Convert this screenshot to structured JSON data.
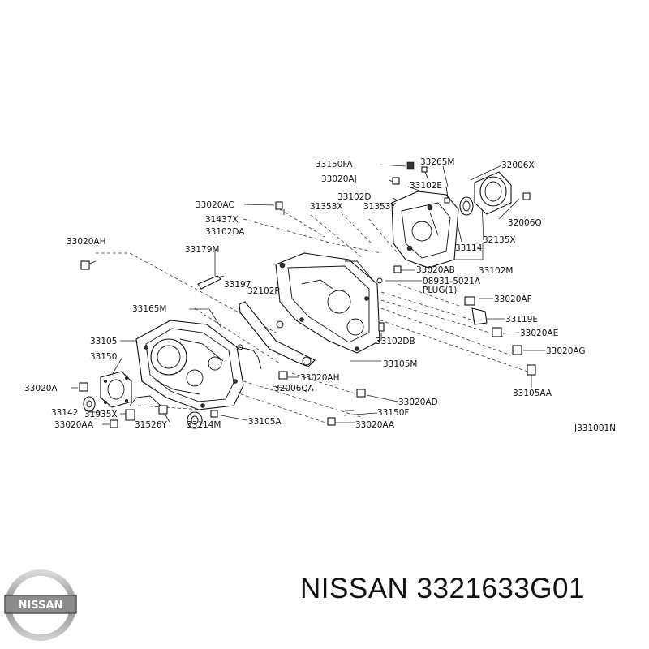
{
  "part_labels": [
    "33150FA",
    "33265M",
    "32006X",
    "33020AJ",
    "33102E",
    "33102D",
    "33020AC",
    "31353X",
    "31353Y",
    "31437X",
    "33102DA",
    "32006Q",
    "33114",
    "32135X",
    "33020AH",
    "33179M",
    "33020AB",
    "33102M",
    "08931-5021A",
    "PLUG(1)",
    "33197",
    "32102P",
    "33165M",
    "33020AF",
    "33119E",
    "33020AE",
    "33102DB",
    "33105",
    "33020AG",
    "33150",
    "33105M",
    "33020AH",
    "33020A",
    "32006QA",
    "33105AA",
    "33020AD",
    "33142",
    "31935X",
    "33150F",
    "33020AA",
    "31526Y",
    "33114M",
    "33105A",
    "33020AA",
    "J331001N"
  ],
  "brand": {
    "logo_text": "NISSAN",
    "name": "NISSAN",
    "part_number": "3321633G01"
  },
  "colors": {
    "ink": "#111111",
    "logo_silver": "#9a9a9a",
    "logo_dark": "#555555"
  }
}
